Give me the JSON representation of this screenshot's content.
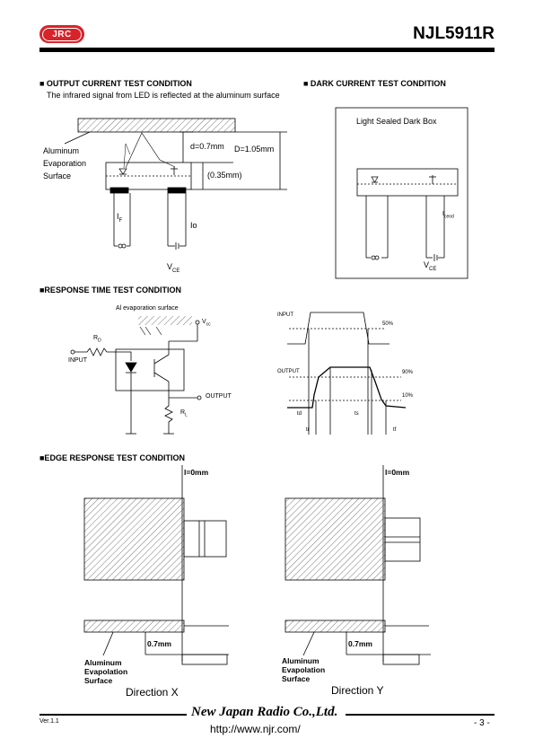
{
  "header": {
    "logo_text": "JRC",
    "part_number": "NJL5911R"
  },
  "output_current": {
    "title": "■ OUTPUT CURRENT TEST CONDITION",
    "note": "The infrared signal from LED is reflected at the aluminum surface",
    "surface_label": [
      "Aluminum",
      "Evaporation",
      "Surface"
    ],
    "d_label": "d=0.7mm",
    "D_label": "D=1.05mm",
    "thickness_label": "(0.35mm)",
    "if_label": "I",
    "if_sub": "F",
    "io_label": "Io",
    "vce_label": "V",
    "vce_sub": "CE"
  },
  "dark_current": {
    "title": "■ DARK CURRENT TEST CONDITION",
    "box_label": "Light Sealed Dark Box",
    "iceod_label": "I",
    "iceod_sub": "ceod",
    "vce_label": "V",
    "vce_sub": "CE"
  },
  "response_time": {
    "title": "■RESPONSE TIME TEST CONDITION",
    "surface_label": "Al evaporation surface",
    "vcc_label": "V",
    "vcc_sub": "cc",
    "rd_label": "R",
    "rd_sub": "D",
    "input_label": "INPUT",
    "output_label": "OUTPUT",
    "rl_label": "R",
    "rl_sub": "L",
    "wave_input": "INPUT",
    "wave_output": "OUTPUT",
    "pct50": "50%",
    "pct90": "90%",
    "pct10": "10%",
    "td": "td",
    "tr": "tr",
    "ts": "ts",
    "tf": "tf"
  },
  "edge_response": {
    "title": "■EDGE RESPONSE TEST CONDITION",
    "l_label": "l=0mm",
    "gap_label": "0.7mm",
    "surface_label": [
      "Aluminum",
      "Evapolation",
      "Surface"
    ],
    "dir_x": "Direction X",
    "dir_y": "Direction Y"
  },
  "footer": {
    "version": "Ver.1.1",
    "company": "New Japan Radio Co.,Ltd.",
    "url": "http://www.njr.com/",
    "page": "- 3 -"
  }
}
